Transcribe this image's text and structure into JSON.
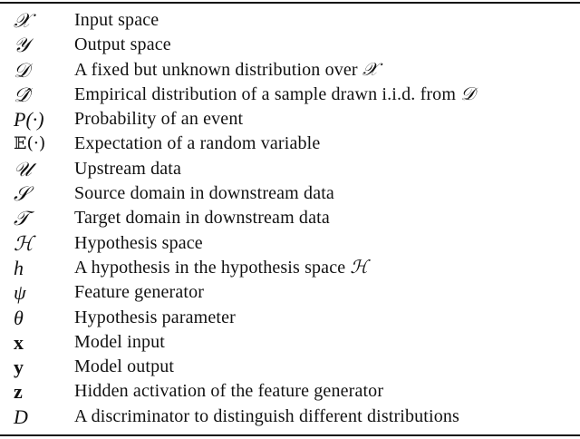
{
  "table": {
    "caption": "",
    "rows": [
      {
        "symbol": "𝒳",
        "description": "Input space",
        "symbol_style": "cal"
      },
      {
        "symbol": "𝒴",
        "description": "Output space",
        "symbol_style": "cal"
      },
      {
        "symbol": "𝒟",
        "description": "A fixed but unknown distribution over",
        "math_suffix": "𝒳",
        "symbol_style": "cal"
      },
      {
        "symbol": "𝒟̂",
        "description": "Empirical distribution of a sample drawn i.i.d. from",
        "math_suffix": "𝒟",
        "symbol_style": "cal"
      },
      {
        "symbol": "P(·)",
        "description": "Probability of an event",
        "symbol_style": "it"
      },
      {
        "symbol": "𝔼(·)",
        "description": "Expectation of a random variable",
        "symbol_style": "bb"
      },
      {
        "symbol": "𝒰",
        "description": "Upstream data",
        "symbol_style": "cal"
      },
      {
        "symbol": "𝒮",
        "description": "Source domain in downstream data",
        "symbol_style": "cal"
      },
      {
        "symbol": "𝒯",
        "description": "Target domain in downstream data",
        "symbol_style": "cal"
      },
      {
        "symbol": "ℋ",
        "description": "Hypothesis space",
        "symbol_style": "cal"
      },
      {
        "symbol": "h",
        "description": "A hypothesis in the hypothesis space",
        "math_suffix": "ℋ",
        "symbol_style": "it"
      },
      {
        "symbol": "ψ",
        "description": "Feature generator",
        "symbol_style": "it"
      },
      {
        "symbol": "θ",
        "description": "Hypothesis parameter",
        "symbol_style": "it"
      },
      {
        "symbol": "x",
        "description": "Model input",
        "symbol_style": "bold"
      },
      {
        "symbol": "y",
        "description": "Model output",
        "symbol_style": "bold"
      },
      {
        "symbol": "z",
        "description": "Hidden activation of the feature generator",
        "symbol_style": "bold"
      },
      {
        "symbol": "D",
        "description": "A discriminator to distinguish different distributions",
        "symbol_style": "it"
      }
    ]
  }
}
